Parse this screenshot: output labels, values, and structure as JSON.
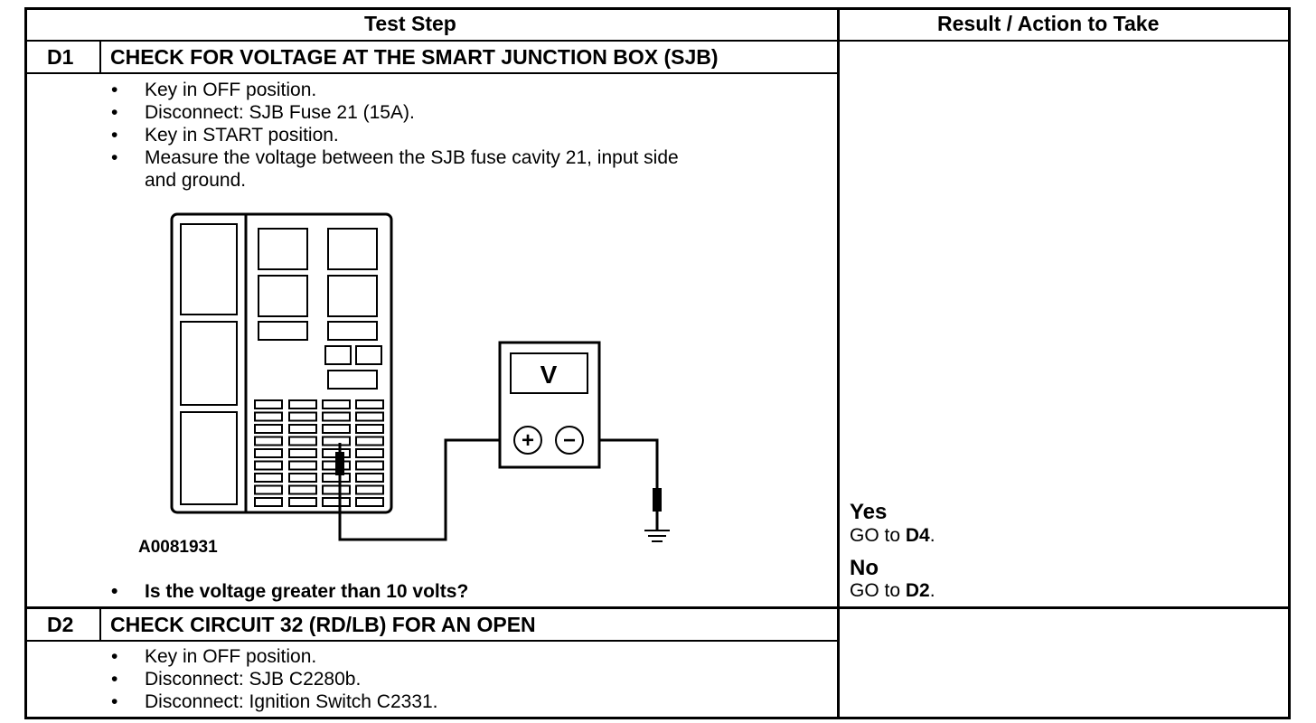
{
  "header": {
    "test_step": "Test Step",
    "result_action": "Result / Action to Take"
  },
  "rows": [
    {
      "id": "D1",
      "title": "CHECK FOR VOLTAGE AT THE SMART JUNCTION BOX (SJB)",
      "bullets": [
        "Key in OFF position.",
        "Disconnect: SJB Fuse 21 (15A).",
        "Key in START position.",
        "Measure the voltage between the SJB fuse cavity 21, input side",
        "and ground."
      ],
      "figure": {
        "id": "A0081931",
        "meter_label": "V",
        "plus_symbol": "+",
        "minus_symbol": "−"
      },
      "question": "Is the voltage greater than 10 volts?",
      "results": [
        {
          "label": "Yes",
          "action_prefix": "GO to ",
          "target": "D4",
          "suffix": "."
        },
        {
          "label": "No",
          "action_prefix": "GO to ",
          "target": "D2",
          "suffix": "."
        }
      ]
    },
    {
      "id": "D2",
      "title": "CHECK CIRCUIT 32 (RD/LB) FOR AN OPEN",
      "bullets": [
        "Key in OFF position.",
        "Disconnect: SJB C2280b.",
        "Disconnect: Ignition Switch C2331."
      ]
    }
  ]
}
